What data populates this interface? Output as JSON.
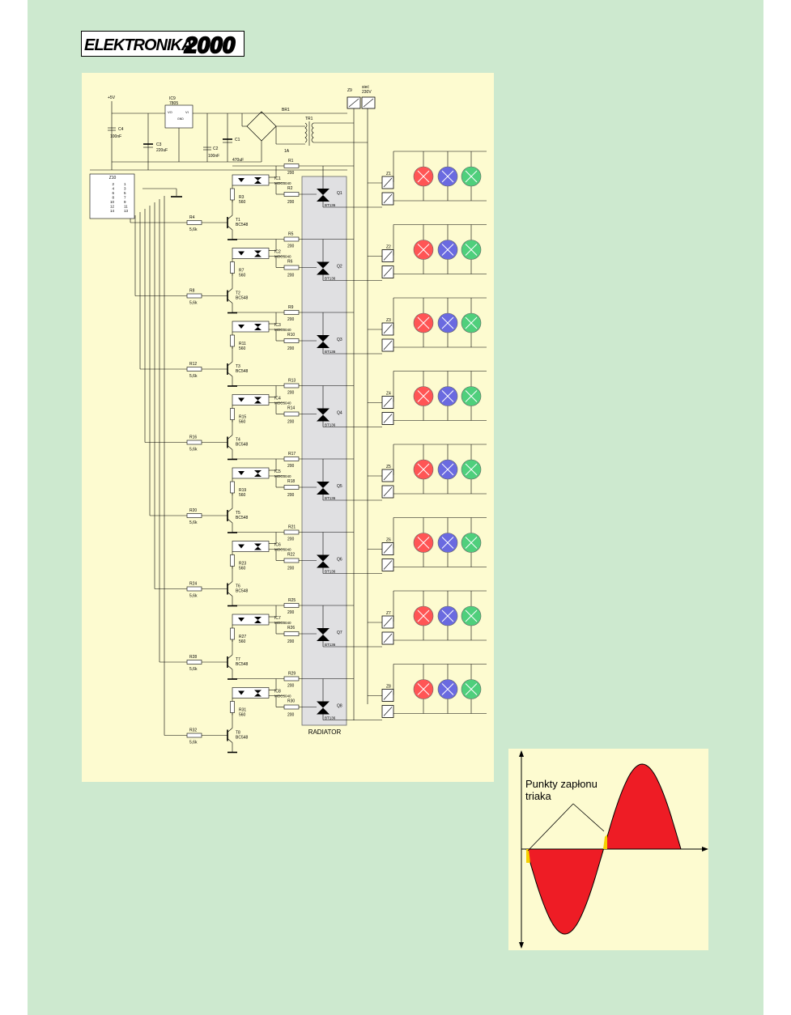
{
  "logo": {
    "text_main": "ELEKTRONIKA",
    "text_year": "2000"
  },
  "schematic": {
    "supply_label": "+5V",
    "regulator": {
      "name": "IC9",
      "part": "7805",
      "pins": [
        "VO",
        "VI",
        "GND"
      ]
    },
    "caps": [
      {
        "ref": "C4",
        "val": "100nF"
      },
      {
        "ref": "C3",
        "val": "220uF"
      },
      {
        "ref": "C2",
        "val": "100nF"
      },
      {
        "ref": "C1",
        "val": "470uF"
      }
    ],
    "bridge": "BR1",
    "transformer": "TR1",
    "fuse": "1A",
    "mains": {
      "ref": "Z9",
      "label_line1": "sieć",
      "label_line2": "230V"
    },
    "connector": {
      "ref": "Z10",
      "pins_left": [
        "2",
        "4",
        "6",
        "8",
        "10",
        "12",
        "14"
      ],
      "pins_right": [
        "1",
        "3",
        "5",
        "7",
        "9",
        "11",
        "13"
      ]
    },
    "radiator_label": "RADIATOR",
    "channels": [
      {
        "ic": "IC1",
        "opto": "MOC3040",
        "ra": "R1",
        "rb": "R2",
        "rload": "200",
        "re": "R3",
        "rev": "560",
        "rbase": "R4",
        "rbv": "5,6k",
        "t": "T1",
        "tp": "BC548",
        "q": "Q1",
        "qp": "BT136",
        "z": "Z1"
      },
      {
        "ic": "IC2",
        "opto": "MOC3040",
        "ra": "R5",
        "rb": "R6",
        "rload": "200",
        "re": "R7",
        "rev": "560",
        "rbase": "R8",
        "rbv": "5,6k",
        "t": "T2",
        "tp": "BC548",
        "q": "Q2",
        "qp": "BT136",
        "z": "Z2"
      },
      {
        "ic": "IC3",
        "opto": "MOC3040",
        "ra": "R9",
        "rb": "R10",
        "rload": "200",
        "re": "R11",
        "rev": "560",
        "rbase": "R12",
        "rbv": "5,6k",
        "t": "T3",
        "tp": "BC548",
        "q": "Q3",
        "qp": "BT136",
        "z": "Z3"
      },
      {
        "ic": "IC4",
        "opto": "MOC3040",
        "ra": "R13",
        "rb": "R14",
        "rload": "200",
        "re": "R15",
        "rev": "560",
        "rbase": "R16",
        "rbv": "5,6k",
        "t": "T4",
        "tp": "BC548",
        "q": "Q4",
        "qp": "BT136",
        "z": "Z4"
      },
      {
        "ic": "IC5",
        "opto": "MOC3040",
        "ra": "R17",
        "rb": "R18",
        "rload": "200",
        "re": "R19",
        "rev": "560",
        "rbase": "R20",
        "rbv": "5,6k",
        "t": "T5",
        "tp": "BC548",
        "q": "Q5",
        "qp": "BT136",
        "z": "Z5"
      },
      {
        "ic": "IC6",
        "opto": "MOC3040",
        "ra": "R21",
        "rb": "R22",
        "rload": "200",
        "re": "R23",
        "rev": "560",
        "rbase": "R24",
        "rbv": "5,6k",
        "t": "T6",
        "tp": "BC548",
        "q": "Q6",
        "qp": "BT136",
        "z": "Z6"
      },
      {
        "ic": "IC7",
        "opto": "MOC3040",
        "ra": "R25",
        "rb": "R26",
        "rload": "200",
        "re": "R27",
        "rev": "560",
        "rbase": "R28",
        "rbv": "5,6k",
        "t": "T7",
        "tp": "BC548",
        "q": "Q7",
        "qp": "BT136",
        "z": "Z7"
      },
      {
        "ic": "IC8",
        "opto": "MOC3040",
        "ra": "R29",
        "rb": "R30",
        "rload": "200",
        "re": "R31",
        "rev": "560",
        "rbase": "R32",
        "rbv": "5,6k",
        "t": "T8",
        "tp": "BC548",
        "q": "Q8",
        "qp": "BT136",
        "z": "Z8"
      }
    ],
    "lamp_colors": {
      "red": "#ff5555",
      "blue": "#6a6ae0",
      "green": "#4fcf7c"
    }
  },
  "waveform": {
    "annotation_line1": "Punkty zapłonu",
    "annotation_line2": "triaka",
    "fill_color": "#ee1c25",
    "firing_color": "#f5d000"
  }
}
